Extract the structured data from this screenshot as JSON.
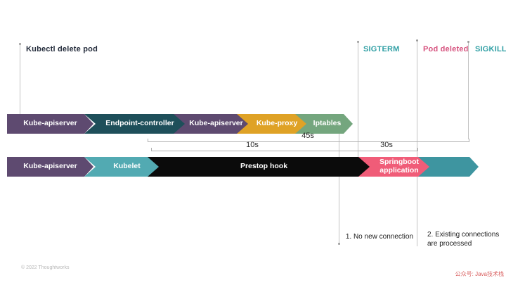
{
  "markers": {
    "kubectl": {
      "label": "Kubectl delete pod",
      "color": "#262e3d"
    },
    "sigterm": {
      "label": "SIGTERM",
      "color": "#2f9fa4"
    },
    "pod_deleted": {
      "label": "Pod deleted",
      "color": "#d6527e"
    },
    "sigkill": {
      "label": "SIGKILL",
      "color": "#2f9fa4"
    }
  },
  "rows": {
    "row1": [
      {
        "label": "Kube-apiserver",
        "color": "#5e4a70"
      },
      {
        "label": "Endpoint-controller",
        "color": "#1e4f5a"
      },
      {
        "label": "Kube-apiserver",
        "color": "#5e4a70"
      },
      {
        "label": "Kube-proxy",
        "color": "#dfa226"
      },
      {
        "label": "Iptables",
        "color": "#74a67e"
      }
    ],
    "row2": [
      {
        "label": "Kube-apiserver",
        "color": "#5e4a70"
      },
      {
        "label": "Kubelet",
        "color": "#52aab2"
      },
      {
        "label": "Prestop hook",
        "color": "#0b0b0b"
      },
      {
        "label": "Springboot\napplication",
        "color": "#f05c78"
      },
      {
        "label": "",
        "color": "#3e95a0"
      }
    ]
  },
  "durations": {
    "d45": "45s",
    "d10": "10s",
    "d30": "30s"
  },
  "notes": {
    "note1": "1. No new connection",
    "note2": "2. Existing connections are processed"
  },
  "footer": {
    "copyright": "© 2022 Thoughtworks",
    "watermark": "公众号: Java技术栈"
  }
}
